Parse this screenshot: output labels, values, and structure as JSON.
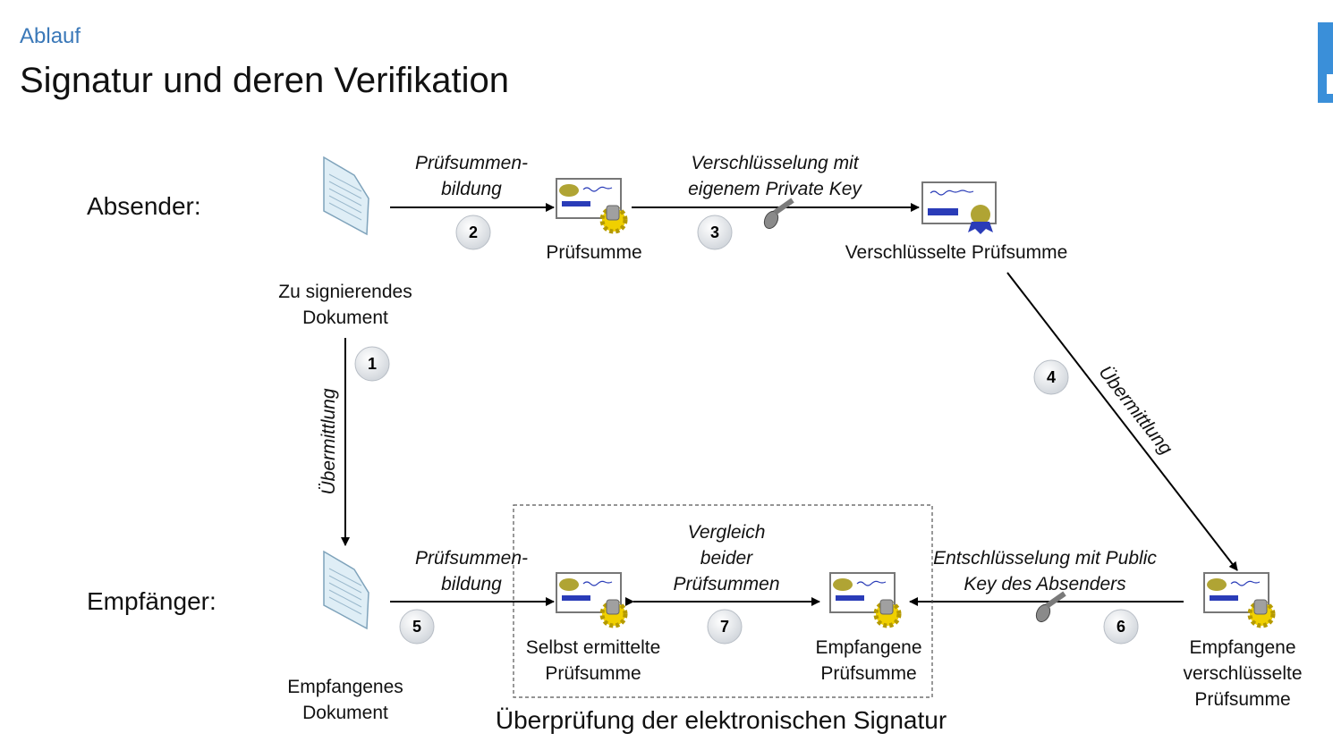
{
  "header": {
    "breadcrumb": "Ablauf",
    "title": "Signatur und deren Verifikation"
  },
  "diagram": {
    "lanes": {
      "sender": "Absender:",
      "receiver": "Empfänger:"
    },
    "nodes": {
      "doc_sign": [
        "Zu signierendes",
        "Dokument"
      ],
      "checksum": [
        "Prüfsumme"
      ],
      "enc_checksum": [
        "Verschlüsselte Prüfsumme"
      ],
      "doc_received": [
        "Empfangenes",
        "Dokument"
      ],
      "self_checksum": [
        "Selbst ermittelte",
        "Prüfsumme"
      ],
      "recv_checksum": [
        "Empfangene",
        "Prüfsumme"
      ],
      "recv_enc_checksum": [
        "Empfangene",
        "verschlüsselte",
        "Prüfsumme"
      ]
    },
    "edges": {
      "e2": [
        "Prüfsummen-",
        "bildung"
      ],
      "e3": [
        "Verschlüsselung mit",
        "eigenem Private Key"
      ],
      "e1": [
        "Übermittlung"
      ],
      "e4": [
        "Übermittlung"
      ],
      "e5": [
        "Prüfsummen-",
        "bildung"
      ],
      "e7": [
        "Vergleich",
        "beider",
        "Prüfsummen"
      ],
      "e6": [
        "Entschlüsselung mit Public",
        "Key des Absenders"
      ]
    },
    "steps": [
      "1",
      "2",
      "3",
      "4",
      "5",
      "6",
      "7"
    ],
    "verification_caption": "Überprüfung der elektronischen Signatur",
    "icons": [
      "document-icon",
      "certificate-icon",
      "gear-icon",
      "key-icon",
      "ribbon-icon"
    ],
    "colors": {
      "accent": "#3a78b8",
      "doc": "#dfeef6",
      "seal": "#b0a434",
      "gear": "#f0d000",
      "bar": "#2a3cb8"
    }
  }
}
